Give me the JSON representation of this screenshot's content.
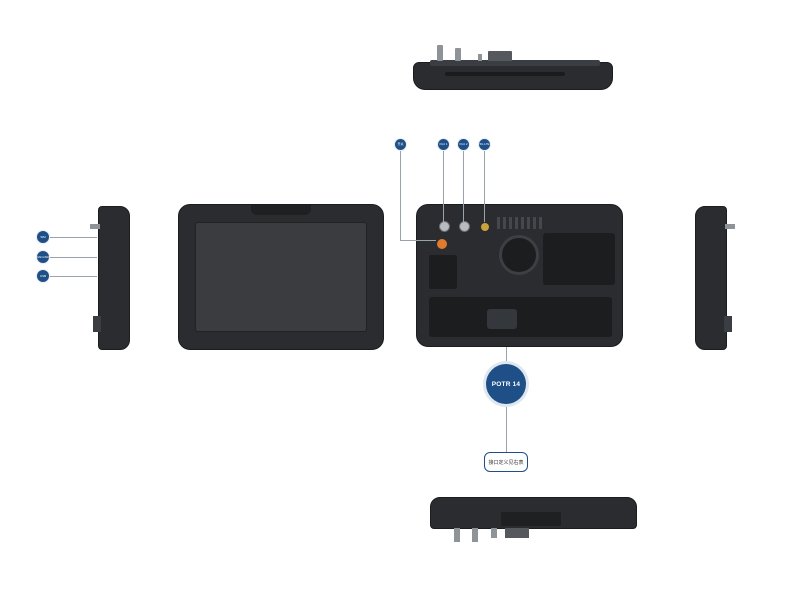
{
  "labels": {
    "top_button": "开关",
    "port1": "Port 1",
    "port2": "Port 2",
    "port3": "5G LTE",
    "left_a": "SIM",
    "left_b": "MicroSD",
    "left_c": "USB",
    "model": "POTR 14",
    "interface_btn": "接口定义见右表"
  },
  "colors": {
    "accent": "#1f4f87",
    "device": "#2a2c2f",
    "orange": "#e07a2c"
  }
}
